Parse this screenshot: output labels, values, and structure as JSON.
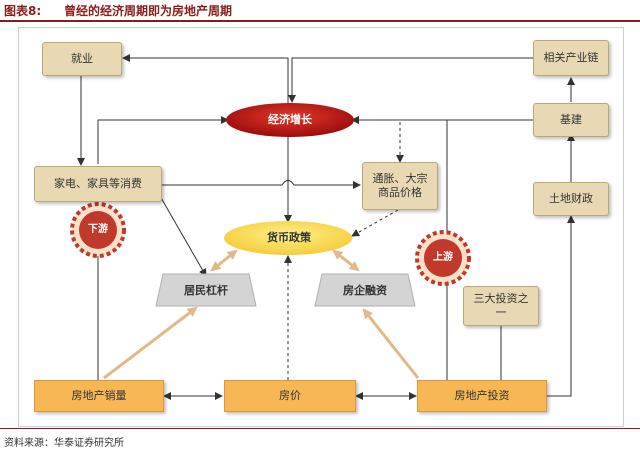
{
  "header": {
    "figure_label": "图表8:",
    "title": "曾经的经济周期即为房地产周期"
  },
  "nodes": {
    "employment": "就业",
    "related_chain": "相关产业链",
    "economic_growth": "经济增长",
    "infrastructure": "基建",
    "appliances": "家电、家具等消费",
    "inflation": "通胀、大宗商品价格",
    "monetary_policy": "货币政策",
    "land_finance": "土地财政",
    "downstream": "下游",
    "upstream": "上游",
    "household_leverage": "居民杠杆",
    "corporate_financing": "房企融资",
    "investment_share": "三大投资之一",
    "property_sales": "房地产销量",
    "house_price": "房价",
    "property_investment": "房地产投资"
  },
  "source": "资料来源：华泰证券研究所",
  "colors": {
    "accent": "#8b1c1c",
    "tan_box": "#e8d9b4",
    "orange_box": "#f7b755",
    "growth_ellipse": "#b0100f",
    "policy_ellipse": "#f9dc52",
    "gear": "#c0392b",
    "arrow": "#333333",
    "tan_arrow": "#e0b98a"
  },
  "icons": {
    "gear": "gear-icon"
  }
}
